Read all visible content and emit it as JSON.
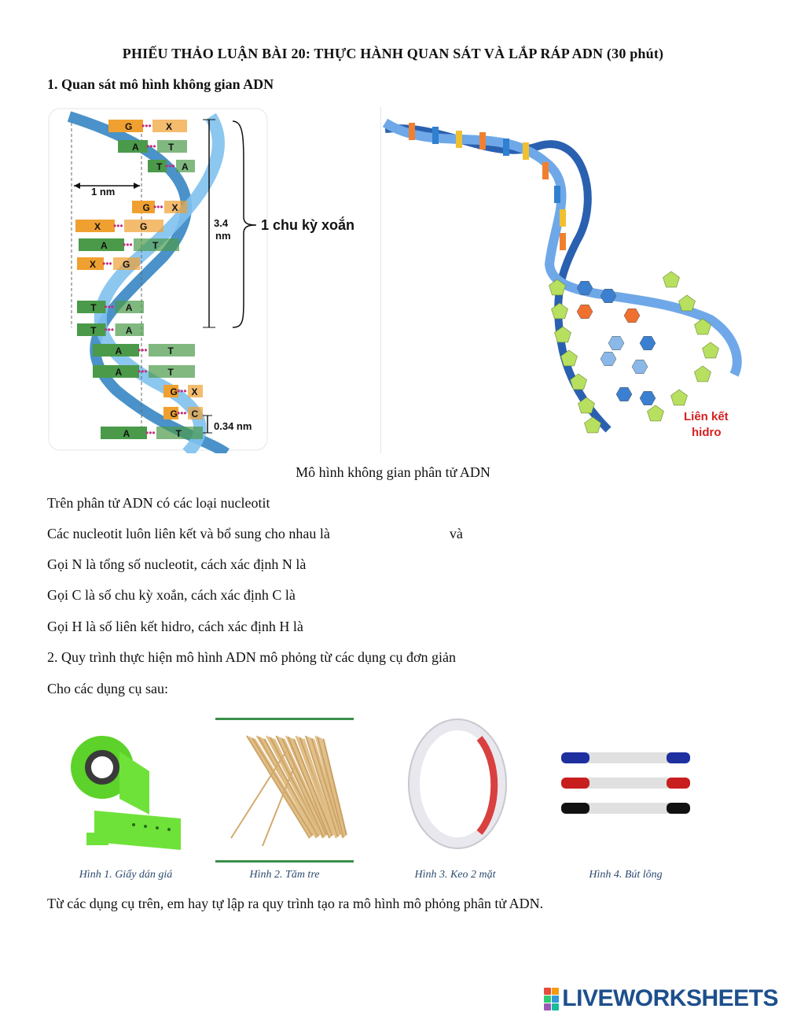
{
  "header": {
    "title": "PHIẾU THẢO LUẬN BÀI 20: THỰC HÀNH QUAN SÁT VÀ LẮP RÁP ADN (30 phút)",
    "section1": "1. Quan sát mô hình không gian ADN"
  },
  "dna_left": {
    "label_1nm": "1 nm",
    "label_34": "3.4",
    "label_nm": "nm",
    "label_cycle": "1 chu kỳ xoắn",
    "label_034": "0.34 nm",
    "pairs": [
      [
        "G",
        "X"
      ],
      [
        "A",
        "T"
      ],
      [
        "T",
        "A"
      ],
      [
        "G",
        "X"
      ],
      [
        "X",
        "G"
      ],
      [
        "A",
        "T"
      ],
      [
        "X",
        "G"
      ],
      [
        "T",
        "A"
      ],
      [
        "T",
        "A"
      ],
      [
        "A",
        "T"
      ],
      [
        "A",
        "T"
      ],
      [
        "G",
        "X"
      ],
      [
        "G",
        "C"
      ],
      [
        "A",
        "T"
      ]
    ]
  },
  "dna_right": {
    "label_line1": "Liên kết",
    "label_line2": "hidro"
  },
  "figure_caption": "Mô hình không gian phân tử ADN",
  "lines": {
    "l1": "Trên phân tử ADN có các loại nucleotit",
    "l2a": "Các nucleotit luôn liên kết và bổ sung cho nhau là",
    "l2b": "và",
    "l3": "Gọi N là tổng số nucleotit, cách xác định N là",
    "l4": "Gọi C là số chu kỳ xoắn, cách xác định C là",
    "l5": "Gọi H là số liên kết hidro, cách xác định H là",
    "l6": "2. Quy trình thực hiện mô hình ADN mô phỏng từ các dụng cụ đơn giản",
    "l7": "Cho các dụng cụ sau:",
    "l8": "Từ các dụng cụ trên, em hay tự lập ra quy trình tạo ra mô hình mô phỏng phân tử ADN."
  },
  "tools": [
    {
      "caption": "Hình 1. Giấy dán giá"
    },
    {
      "caption": "Hình 2. Tăm tre"
    },
    {
      "caption": "Hình 3. Keo 2 mặt"
    },
    {
      "caption": "Hình 4. Bút lông"
    }
  ],
  "brand": {
    "text": "LIVEWORKSHEETS",
    "logo_colors": [
      "#e74c3c",
      "#f39c12",
      "#2ecc71",
      "#3498db",
      "#9b59b6",
      "#1abc9c"
    ]
  },
  "colors": {
    "helix_blue": "#5aa6dc",
    "pair_orange": "#f0a030",
    "pair_green": "#4a9a4a",
    "cycle_text": "#111111",
    "hydro_red": "#d62020"
  }
}
